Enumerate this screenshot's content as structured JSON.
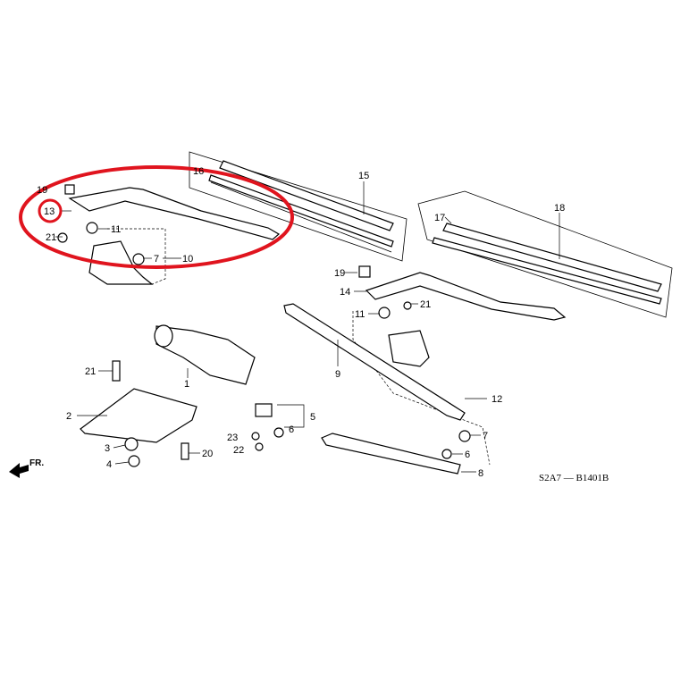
{
  "diagram": {
    "highlight_color": "#e0141e",
    "highlighted_part": "13",
    "callouts": {
      "c19a": "19",
      "c13": "13",
      "c21a": "21",
      "c11a": "11",
      "c7a": "7",
      "c10": "10",
      "c16": "16",
      "c15": "15",
      "c17": "17",
      "c18": "18",
      "c19b": "19",
      "c14": "14",
      "c11b": "11",
      "c21b": "21",
      "c9": "9",
      "c12": "12",
      "c7b": "7",
      "c6b": "6",
      "c8": "8",
      "c5": "5",
      "c6a": "6",
      "c23": "23",
      "c22": "22",
      "c1": "1",
      "c21c": "21",
      "c2": "2",
      "c3": "3",
      "c4": "4",
      "c20": "20"
    },
    "front_indicator": "FR.",
    "diagram_code": "S2A7 — B1401B"
  }
}
